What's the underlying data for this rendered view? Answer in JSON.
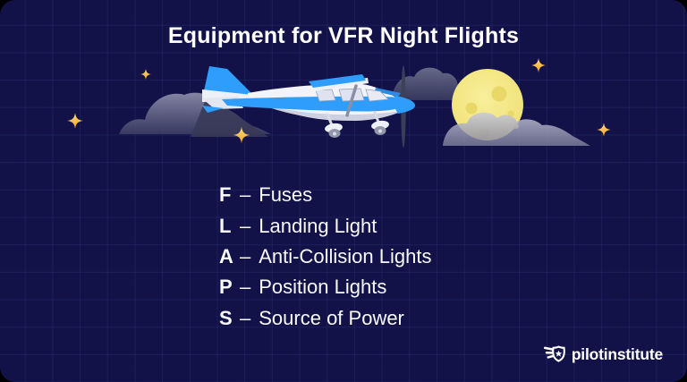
{
  "title": "Equipment for VFR Night Flights",
  "acronym": {
    "items": [
      {
        "letter": "F",
        "sep": "–",
        "text": "Fuses"
      },
      {
        "letter": "L",
        "sep": "–",
        "text": "Landing Light"
      },
      {
        "letter": "A",
        "sep": "–",
        "text": "Anti-Collision Lights"
      },
      {
        "letter": "P",
        "sep": "–",
        "text": "Position Lights"
      },
      {
        "letter": "S",
        "sep": "–",
        "text": "Source of Power"
      }
    ]
  },
  "logo": {
    "text": "pilotinstitute"
  },
  "scene": {
    "illustrations": [
      "airplane",
      "full-moon",
      "clouds",
      "sparkle-stars"
    ]
  },
  "colors": {
    "background": "#121249",
    "grid_line": "#23255C",
    "title_text": "#FFFFFF",
    "list_text": "#F8F9FC",
    "airplane_blue": "#2F9DFC",
    "moon_yellow": "#F2E37D",
    "star_orange": "#FBB040",
    "cloud_gray": "#7B7D9C"
  }
}
